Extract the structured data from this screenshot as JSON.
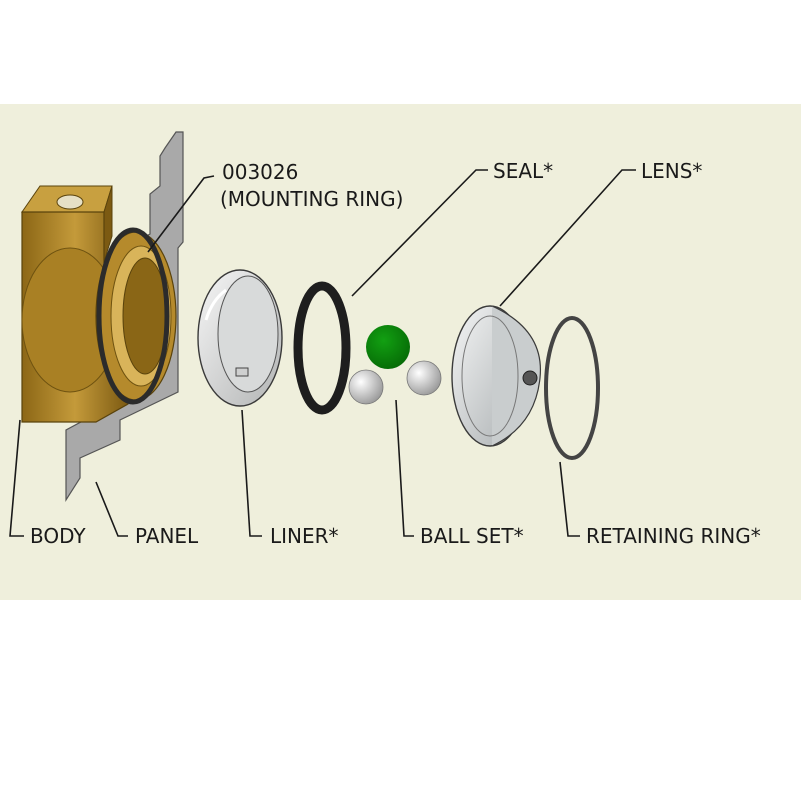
{
  "labels": {
    "mounting_ring_part": "003026",
    "mounting_ring_name": "(MOUNTING RING)",
    "seal": "SEAL*",
    "lens": "LENS*",
    "body": "BODY",
    "panel": "PANEL",
    "liner": "LINER*",
    "ball_set": "BALL SET*",
    "retaining_ring": "RETAINING RING*"
  },
  "colors": {
    "background": "#efefdc",
    "page": "#ffffff",
    "brass": "#a07a1e",
    "brass_light": "#c49a3a",
    "brass_dark": "#6e5210",
    "panel": "#a9a9a9",
    "seal": "#1e1e1e",
    "ball_highlight": "#0a8a0a",
    "ball": "#cfcfcf",
    "lens": "#d9dcdd",
    "ink": "#1a1a1a"
  }
}
